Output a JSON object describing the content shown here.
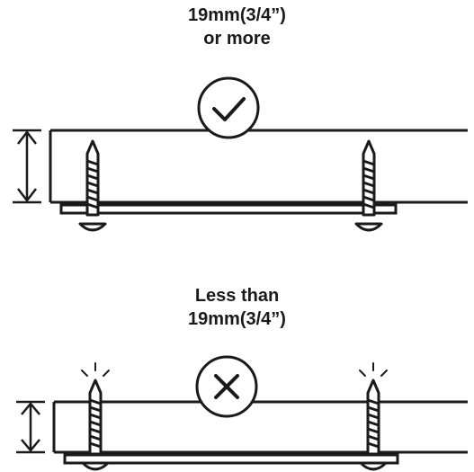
{
  "top_panel": {
    "caption_line1": "19mm(3/4”)",
    "caption_line2": "or more",
    "status_icon": "checkmark-icon"
  },
  "bottom_panel": {
    "caption_line1": "Less than",
    "caption_line2": "19mm(3/4”)",
    "status_icon": "cross-icon"
  },
  "colors": {
    "stroke": "#1a1a1a",
    "background": "#ffffff"
  }
}
